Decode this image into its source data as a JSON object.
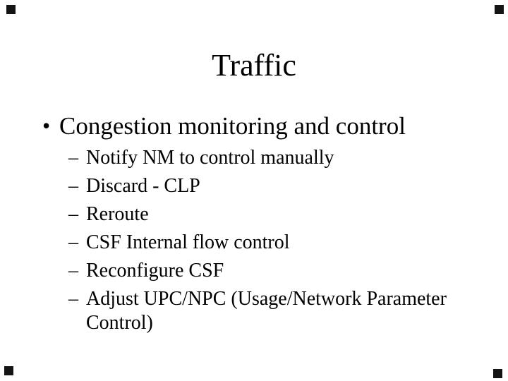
{
  "colors": {
    "background": "#ffffff",
    "text": "#000000",
    "corner_mark": "#141414"
  },
  "slide": {
    "title": "Traffic",
    "bullet_marker": "•",
    "bullet_text": "Congestion monitoring and control",
    "sub_marker": "–",
    "sub_bullets": [
      "Notify NM to control manually",
      "Discard - CLP",
      "Reroute",
      "CSF Internal flow control",
      "Reconfigure CSF",
      "Adjust UPC/NPC (Usage/Network Parameter\nControl)"
    ]
  }
}
